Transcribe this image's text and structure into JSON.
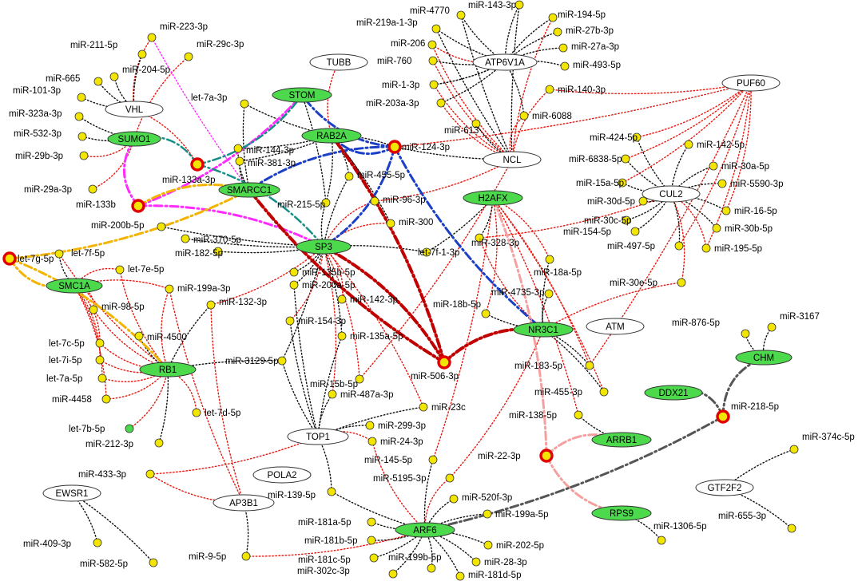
{
  "colors": {
    "gene_green": "#4cd94c",
    "gene_white": "#ffffff",
    "mirna_yellow": "#f2e600",
    "hub_ring": "#e00000",
    "edge_red": "#e8170f",
    "edge_black": "#111111",
    "edge_magenta": "#ff2bff",
    "edge_teal": "#168f86",
    "edge_blue": "#1b3fc7",
    "edge_darkred": "#c00000",
    "edge_orange": "#f2b400",
    "edge_pink": "#f5a0a0",
    "edge_gray": "#555555"
  },
  "genes": [
    {
      "id": "STOM",
      "fill": "green"
    },
    {
      "id": "RAB2A",
      "fill": "green"
    },
    {
      "id": "SUMO1",
      "fill": "green"
    },
    {
      "id": "SMARCC1",
      "fill": "green"
    },
    {
      "id": "SP3",
      "fill": "green"
    },
    {
      "id": "SMC1A",
      "fill": "green"
    },
    {
      "id": "RB1",
      "fill": "green"
    },
    {
      "id": "H2AFX",
      "fill": "green"
    },
    {
      "id": "NR3C1",
      "fill": "green"
    },
    {
      "id": "CHM",
      "fill": "green"
    },
    {
      "id": "DDX21",
      "fill": "green"
    },
    {
      "id": "ARRB1",
      "fill": "green"
    },
    {
      "id": "RPS9",
      "fill": "green"
    },
    {
      "id": "ARF6",
      "fill": "green"
    },
    {
      "id": "TUBB",
      "fill": "white"
    },
    {
      "id": "VHL",
      "fill": "white"
    },
    {
      "id": "ATP6V1A",
      "fill": "white"
    },
    {
      "id": "PUF60",
      "fill": "white"
    },
    {
      "id": "NCL",
      "fill": "white"
    },
    {
      "id": "CUL2",
      "fill": "white"
    },
    {
      "id": "ATM",
      "fill": "white"
    },
    {
      "id": "TOP1",
      "fill": "white"
    },
    {
      "id": "POLA2",
      "fill": "white"
    },
    {
      "id": "AP3B1",
      "fill": "white"
    },
    {
      "id": "EWSR1",
      "fill": "white"
    },
    {
      "id": "GTF2F2",
      "fill": "white"
    }
  ],
  "mirnas": [
    "miR-223-3p",
    "miR-29c-3p",
    "miR-211-5p",
    "miR-204-5p",
    "miR-665",
    "miR-101-3p",
    "miR-323a-3p",
    "miR-532-3p",
    "miR-29b-3p",
    "miR-29a-3p",
    "miR-133b",
    "miR-133a-3p",
    "let-7a-3p",
    "miR-144-3p",
    "miR-381-3p",
    "miR-215-5p",
    "miR-200b-5p",
    "miR-370-5p",
    "miR-182-5p",
    "let-7g-5p",
    "let-7f-5p",
    "let-7e-5p",
    "miR-199a-3p",
    "miR-98-5p",
    "miR-132-3p",
    "miR-4500",
    "let-7c-5p",
    "let-7i-5p",
    "let-7a-5p",
    "miR-4458",
    "let-7b-5p",
    "miR-212-3p",
    "let-7d-5p",
    "miR-433-3p",
    "miR-409-3p",
    "miR-582-5p",
    "miR-9-5p",
    "miR-135b-5p",
    "miR-200a-5p",
    "miR-142-3p",
    "miR-154-3p",
    "miR-135a-5p",
    "miR-3129-5p",
    "miR-487a-3p",
    "miR-15b-5p",
    "miR-23c",
    "miR-299-3p",
    "miR-24-3p",
    "miR-145-5p",
    "miR-5195-3p",
    "miR-139-5p",
    "miR-181a-5p",
    "miR-181b-5p",
    "miR-181c-5p",
    "miR-302c-3p",
    "miR-199b-5p",
    "miR-181d-5p",
    "miR-28-3p",
    "miR-202-5p",
    "miR-199a-5p",
    "miR-520f-3p",
    "miR-4770",
    "miR-143-3p",
    "miR-219a-1-3p",
    "miR-194-5p",
    "miR-27b-3p",
    "miR-206",
    "miR-27a-3p",
    "miR-760",
    "miR-493-5p",
    "miR-1-3p",
    "miR-140-3p",
    "miR-203a-3p",
    "miR-613",
    "miR-6088",
    "miR-124-3p",
    "miR-455-5p",
    "miR-96-3p",
    "miR-300",
    "miR-328-3p",
    "let-7f-1-3p",
    "miR-18a-5p",
    "miR-4735-3p",
    "miR-18b-5p",
    "miR-506-3p",
    "miR-183-5p",
    "miR-455-3p",
    "miR-138-5p",
    "miR-22-3p",
    "miR-424-5p",
    "miR-6838-5p",
    "miR-15a-5p",
    "miR-30d-5p",
    "miR-30c-5p",
    "miR-154-5p",
    "miR-497-5p",
    "miR-30e-5p",
    "miR-142-5p",
    "miR-30a-5p",
    "miR-5590-3p",
    "miR-16-5p",
    "miR-30b-5p",
    "miR-195-5p",
    "miR-876-5p",
    "miR-3167",
    "miR-218-5p",
    "miR-374c-5p",
    "miR-655-3p",
    "miR-1306-5p"
  ],
  "hubs": [
    "miR-133a-3p",
    "miR-133b",
    "miR-124-3p",
    "let-7g-5p",
    "miR-506-3p",
    "miR-22-3p",
    "miR-218-5p"
  ],
  "special_mirna": {
    "let-7b-5p": "green"
  }
}
